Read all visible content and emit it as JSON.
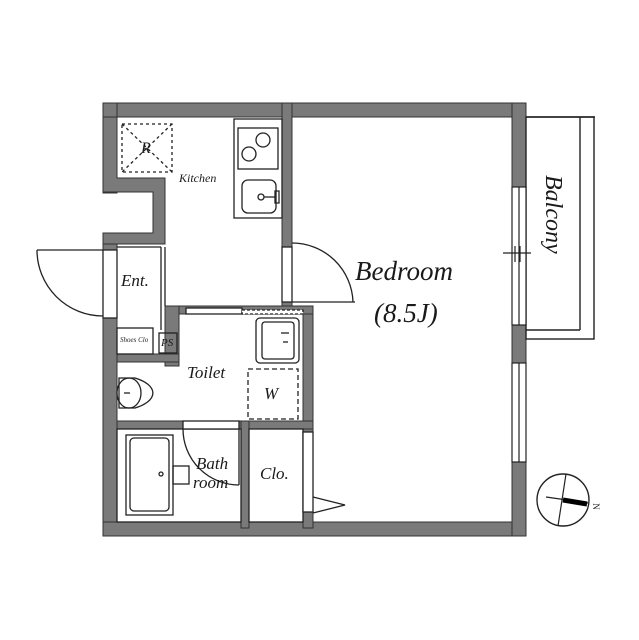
{
  "floorplan": {
    "rooms": {
      "kitchen": "Kitchen",
      "refrigerator": "R",
      "entrance": "Ent.",
      "shoes_closet": "Shoes Clo",
      "pipe_space": "PS",
      "toilet": "Toilet",
      "washer": "W",
      "bath_line1": "Bath",
      "bath_line2": "room",
      "closet": "Clo.",
      "bedroom": "Bedroom",
      "bedroom_size": "(8.5J)",
      "balcony": "Balcony"
    },
    "compass": {
      "north_label": "N"
    },
    "colors": {
      "wall": "#7a7a7a",
      "line": "#1a1a1a",
      "background": "#ffffff"
    }
  }
}
